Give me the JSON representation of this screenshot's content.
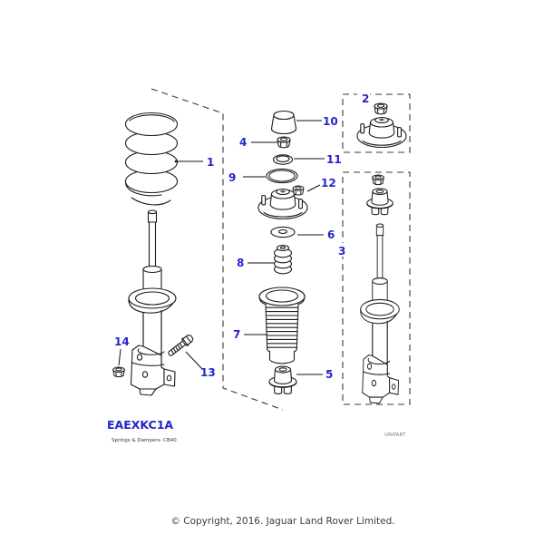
{
  "colors": {
    "accent": "#2424cc",
    "line": "#1c1c1c",
    "dashed_boundary": "#3a3a3a",
    "muted": "#767676"
  },
  "callouts": [
    "1",
    "2",
    "3",
    "4",
    "5",
    "6",
    "7",
    "8",
    "9",
    "10",
    "11",
    "12",
    "13",
    "14"
  ],
  "footer": {
    "code": "EAEXKC1A",
    "category": "Springs & Dampers- CB40",
    "vendor": "UNIPART",
    "copyright": "© Copyright, 2016. Jaguar Land Rover Limited."
  }
}
